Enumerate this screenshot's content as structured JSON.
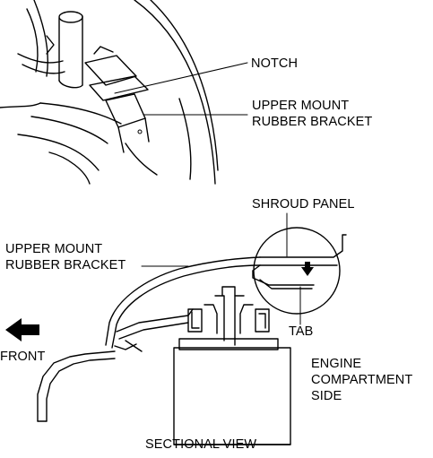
{
  "top_view": {
    "notch_label": "NOTCH",
    "bracket_label_line1": "UPPER MOUNT",
    "bracket_label_line2": "RUBBER BRACKET"
  },
  "section_view": {
    "shroud_label": "SHROUD PANEL",
    "bracket_label_line1": "UPPER MOUNT",
    "bracket_label_line2": "RUBBER BRACKET",
    "tab_label": "TAB",
    "front_label": "FRONT",
    "engine_line1": "ENGINE",
    "engine_line2": "COMPARTMENT",
    "engine_line3": "SIDE",
    "caption": "SECTIONAL VIEW"
  },
  "icons": {
    "front_arrow": "left-arrow-icon",
    "tab_arrow": "down-arrow-icon"
  }
}
